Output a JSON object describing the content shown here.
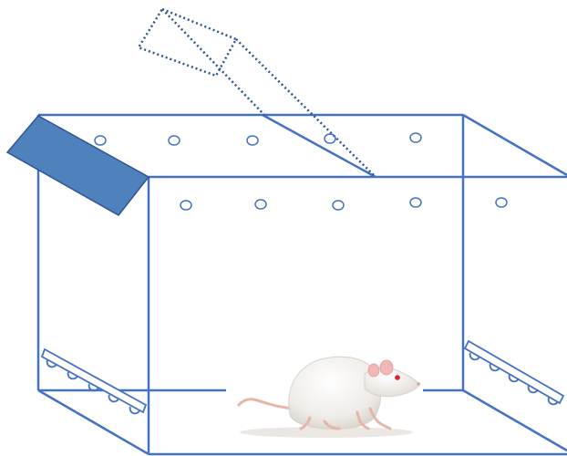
{
  "diagram": {
    "colors": {
      "line": "#4472C4",
      "flap_fill": "#4F81BD",
      "flap_stroke": "#2F5597",
      "dotted": "#2F5597",
      "rat_body": "#f4f2ef",
      "rat_shadow": "#d8d3cc",
      "rat_ear": "#f2b8b8",
      "rat_eye": "#e0202a",
      "rat_tail": "#e7b6a6"
    },
    "elements": {
      "box": "box-wireframe",
      "flap": "lid-flap",
      "lid": "dotted-open-lid",
      "holes_back": "air-hole",
      "holes_front": "air-hole",
      "vent_left": "vent-grille-left",
      "vent_right": "vent-grille-right",
      "animal": "rat-figure"
    }
  }
}
